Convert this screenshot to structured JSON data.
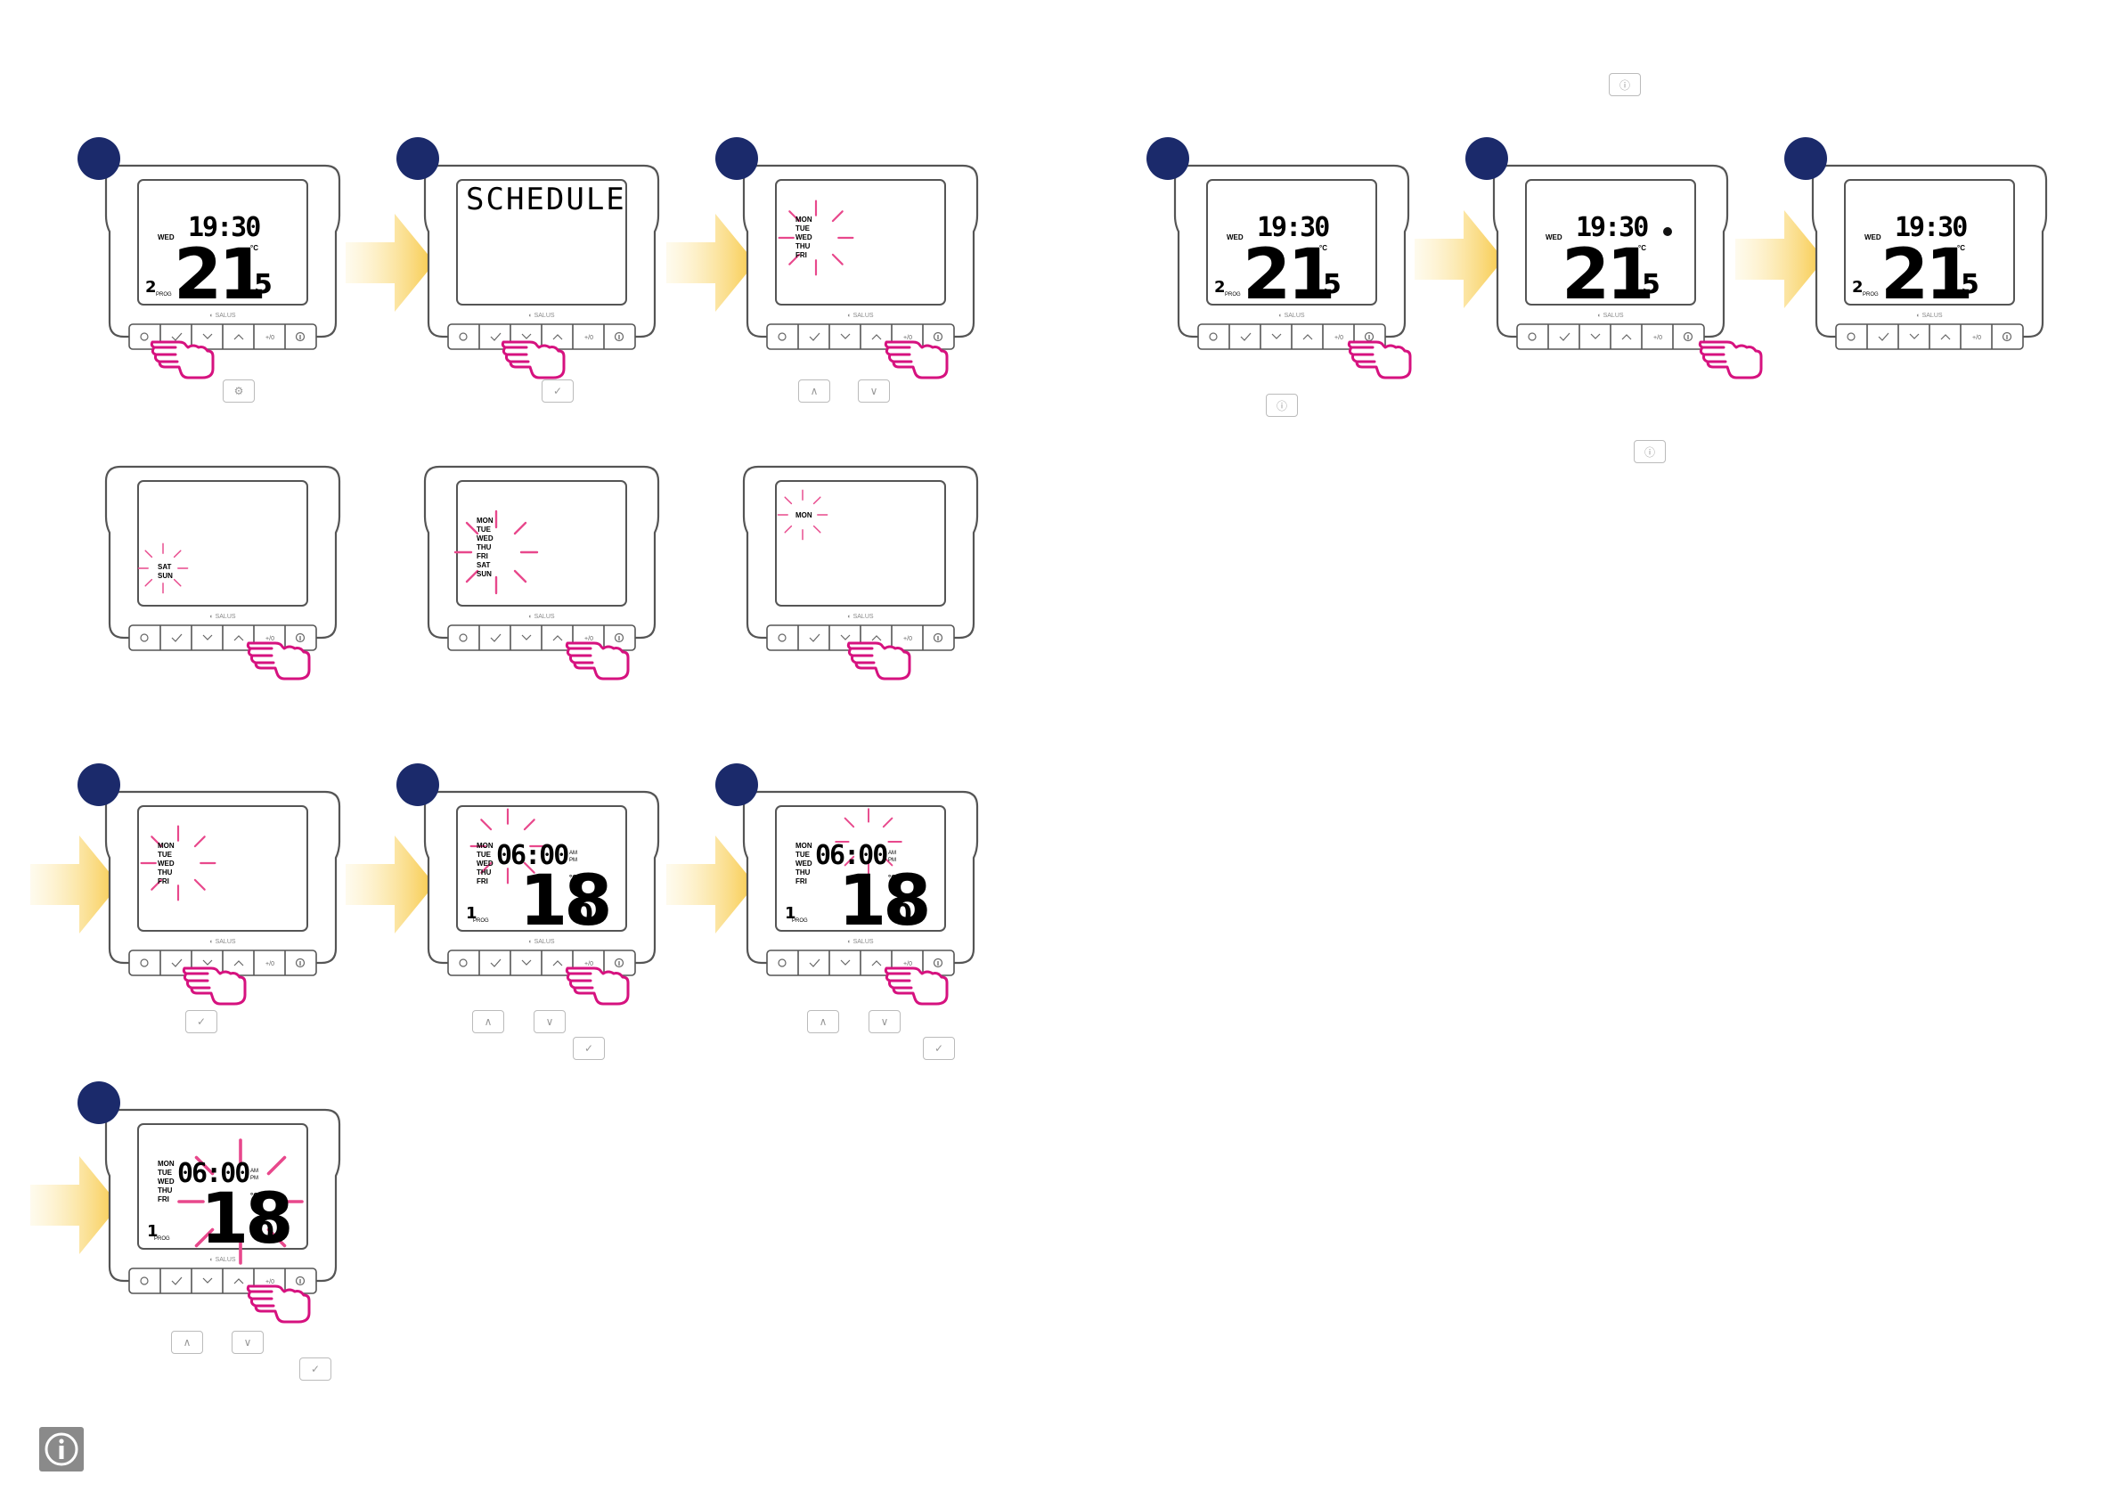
{
  "colors": {
    "step_badge": "#1b2a6b",
    "hand": "#d6127f",
    "rays": "#e8488c",
    "arrow": "#f7c948",
    "outline": "#555555"
  },
  "brand": "SALUS",
  "lcd": {
    "time": "19:30",
    "day": "WED",
    "temp_int": "21",
    "temp_dec": "5",
    "unit": "°C",
    "prog_num": "2",
    "prog_label": "PROG",
    "schedule_title": "SCHEDULE",
    "days_mon_fri": [
      "MON",
      "TUE",
      "WED",
      "THU",
      "FRI"
    ],
    "days_sat_sun": [
      "SAT",
      "SUN"
    ],
    "days_all": [
      "MON",
      "TUE",
      "WED",
      "THU",
      "FRI",
      "SAT",
      "SUN"
    ],
    "day_mon": "MON",
    "time2": "06:00",
    "am": "AM",
    "pm": "PM",
    "temp2_int": "18",
    "temp2_dec": "0",
    "prog2_num": "1"
  },
  "buttons": {
    "cog": "⚙",
    "check": "✓",
    "down": "∨",
    "up": "∧",
    "plus": "+/0",
    "info": "ⓘ"
  },
  "hints": {
    "cog": "⚙",
    "check": "✓",
    "up": "∧",
    "down": "∨",
    "info": "ⓘ"
  },
  "icons": [
    "step-badge",
    "hand-icon",
    "arrow-icon",
    "info-icon"
  ]
}
